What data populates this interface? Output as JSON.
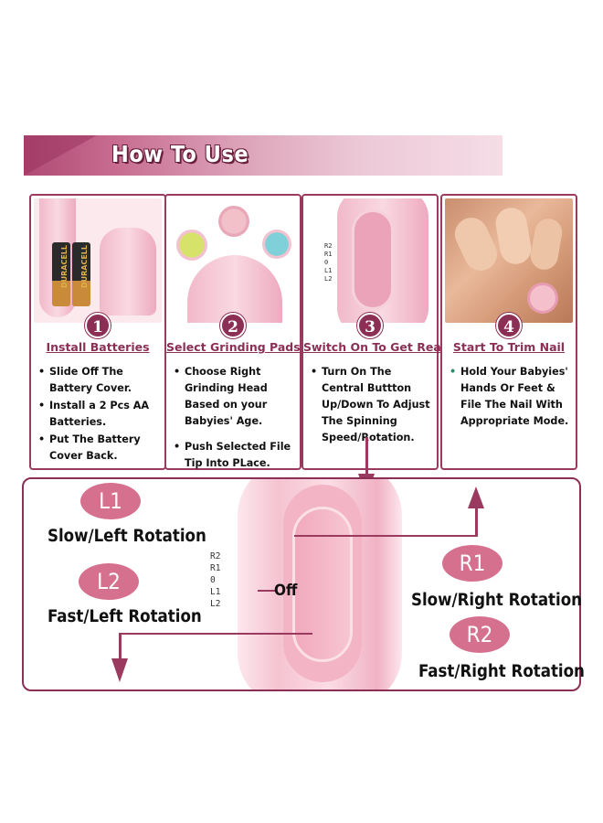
{
  "banner": {
    "title": "How To Use"
  },
  "steps": [
    {
      "number": "1",
      "title": "Install Batteries",
      "bullets": [
        "Slide Off The Battery Cover.",
        "Install a 2 Pcs AA Batteries.",
        "Put The Battery Cover Back."
      ],
      "battery_brand": "DURACELL"
    },
    {
      "number": "2",
      "title": "Select Grinding Pads",
      "bullets": [
        "Choose Right Grinding Head Based on your Babyies' Age.",
        "Push Selected File Tip Into PLace."
      ]
    },
    {
      "number": "3",
      "title": "Switch On To Get Ready",
      "bullets": [
        "Turn On The Central Buttton Up/Down To Adjust The Spinning Speed/Rotation."
      ],
      "dial": [
        "R2",
        "R1",
        "0",
        "L1",
        "L2"
      ]
    },
    {
      "number": "4",
      "title": "Start To Trim Nail",
      "bullets": [
        "Hold Your Babyies' Hands Or Feet & File The Nail With Appropriate Mode."
      ]
    }
  ],
  "modes": {
    "l1": {
      "badge": "L1",
      "label": "Slow/Left Rotation"
    },
    "l2": {
      "badge": "L2",
      "label": "Fast/Left Rotation"
    },
    "r1": {
      "badge": "R1",
      "label": "Slow/Right Rotation"
    },
    "r2": {
      "badge": "R2",
      "label": "Fast/Right Rotation"
    },
    "off": "Off",
    "dial": [
      "R2",
      "R1",
      "0",
      "L1",
      "L2"
    ]
  },
  "colors": {
    "accent": "#8c2f55",
    "pill": "#d6708f",
    "device": "#f3bccb",
    "bullet4": "#2b8a6b"
  }
}
